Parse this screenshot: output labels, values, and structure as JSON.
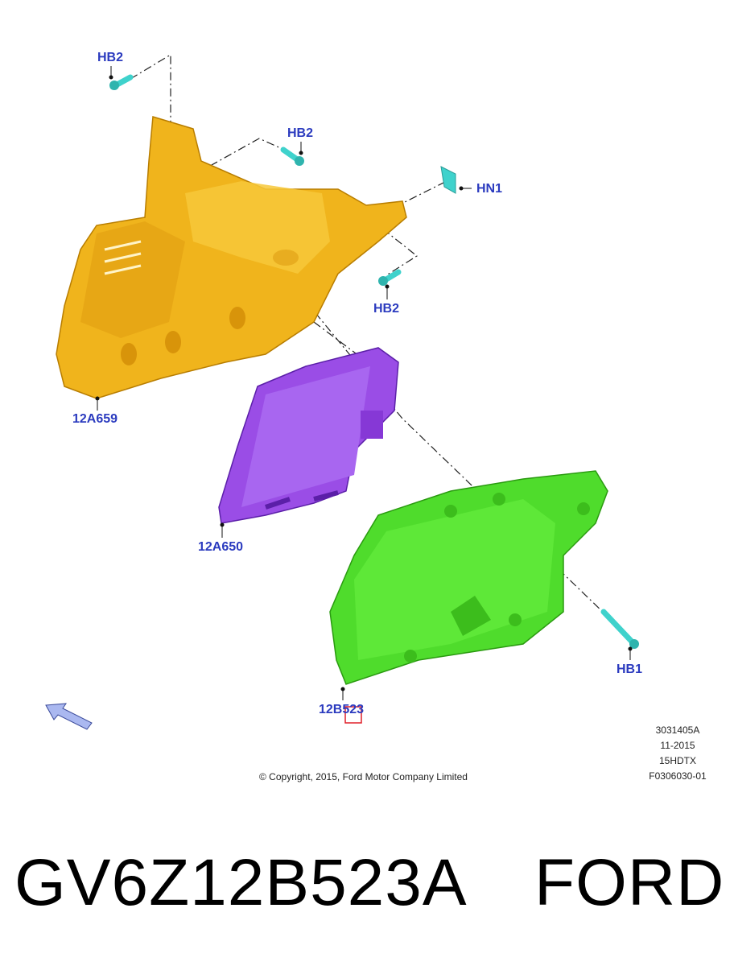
{
  "diagram": {
    "callouts": {
      "hb2_top": "HB2",
      "hb2_mid": "HB2",
      "hn1": "HN1",
      "hb2_lower": "HB2",
      "bracket": "12A659",
      "module": "12A650",
      "cover": "12B523",
      "hb1": "HB1"
    },
    "meta": {
      "ref": "3031405A",
      "date": "11-2015",
      "code": "15HDTX",
      "figure": "F0306030-01"
    },
    "copyright": "© Copyright, 2015, Ford Motor Company Limited",
    "colors": {
      "callout_text": "#2b3bbf",
      "bracket": "#f0b41c",
      "module": "#9a4de6",
      "cover": "#4fdc2c",
      "fastener": "#3fd2cc",
      "highlight_box": "#e0202a",
      "arrow": "#aab8f0"
    },
    "icons": [
      "bolt-icon",
      "nut-icon",
      "view-direction-arrow-icon"
    ]
  },
  "caption": {
    "part_number": "GV6Z12B523A",
    "brand": "FORD"
  }
}
